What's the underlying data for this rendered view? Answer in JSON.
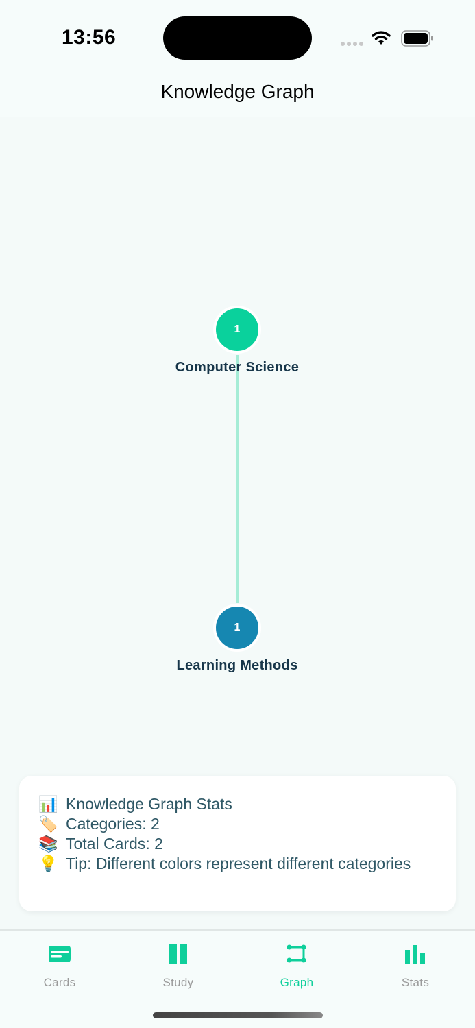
{
  "status_bar": {
    "time": "13:56",
    "icons": [
      "signal-dots-icon",
      "wifi-icon",
      "battery-icon"
    ]
  },
  "header": {
    "title": "Knowledge Graph"
  },
  "graph": {
    "nodes": [
      {
        "label": "Computer Science",
        "count": "1",
        "color": "#0ad19c"
      },
      {
        "label": "Learning Methods",
        "count": "1",
        "color": "#1687b1"
      }
    ],
    "edge_color": "#a5ecd6"
  },
  "stats": {
    "title": {
      "emoji": "📊",
      "text": "Knowledge Graph Stats"
    },
    "categories": {
      "emoji": "🏷️",
      "text": "Categories: 2"
    },
    "total_cards": {
      "emoji": "📚",
      "text": "Total Cards: 2"
    },
    "tip": {
      "emoji": "💡",
      "text": "Tip: Different colors represent different categories"
    }
  },
  "tabbar": {
    "active_color": "#0fcf9b",
    "inactive_color": "#9a9a9a",
    "tabs": [
      {
        "label": "Cards",
        "icon": "card-icon",
        "active": false
      },
      {
        "label": "Study",
        "icon": "pause-bars-icon",
        "active": false
      },
      {
        "label": "Graph",
        "icon": "graph-nodes-icon",
        "active": true
      },
      {
        "label": "Stats",
        "icon": "bar-chart-icon",
        "active": false
      }
    ]
  }
}
